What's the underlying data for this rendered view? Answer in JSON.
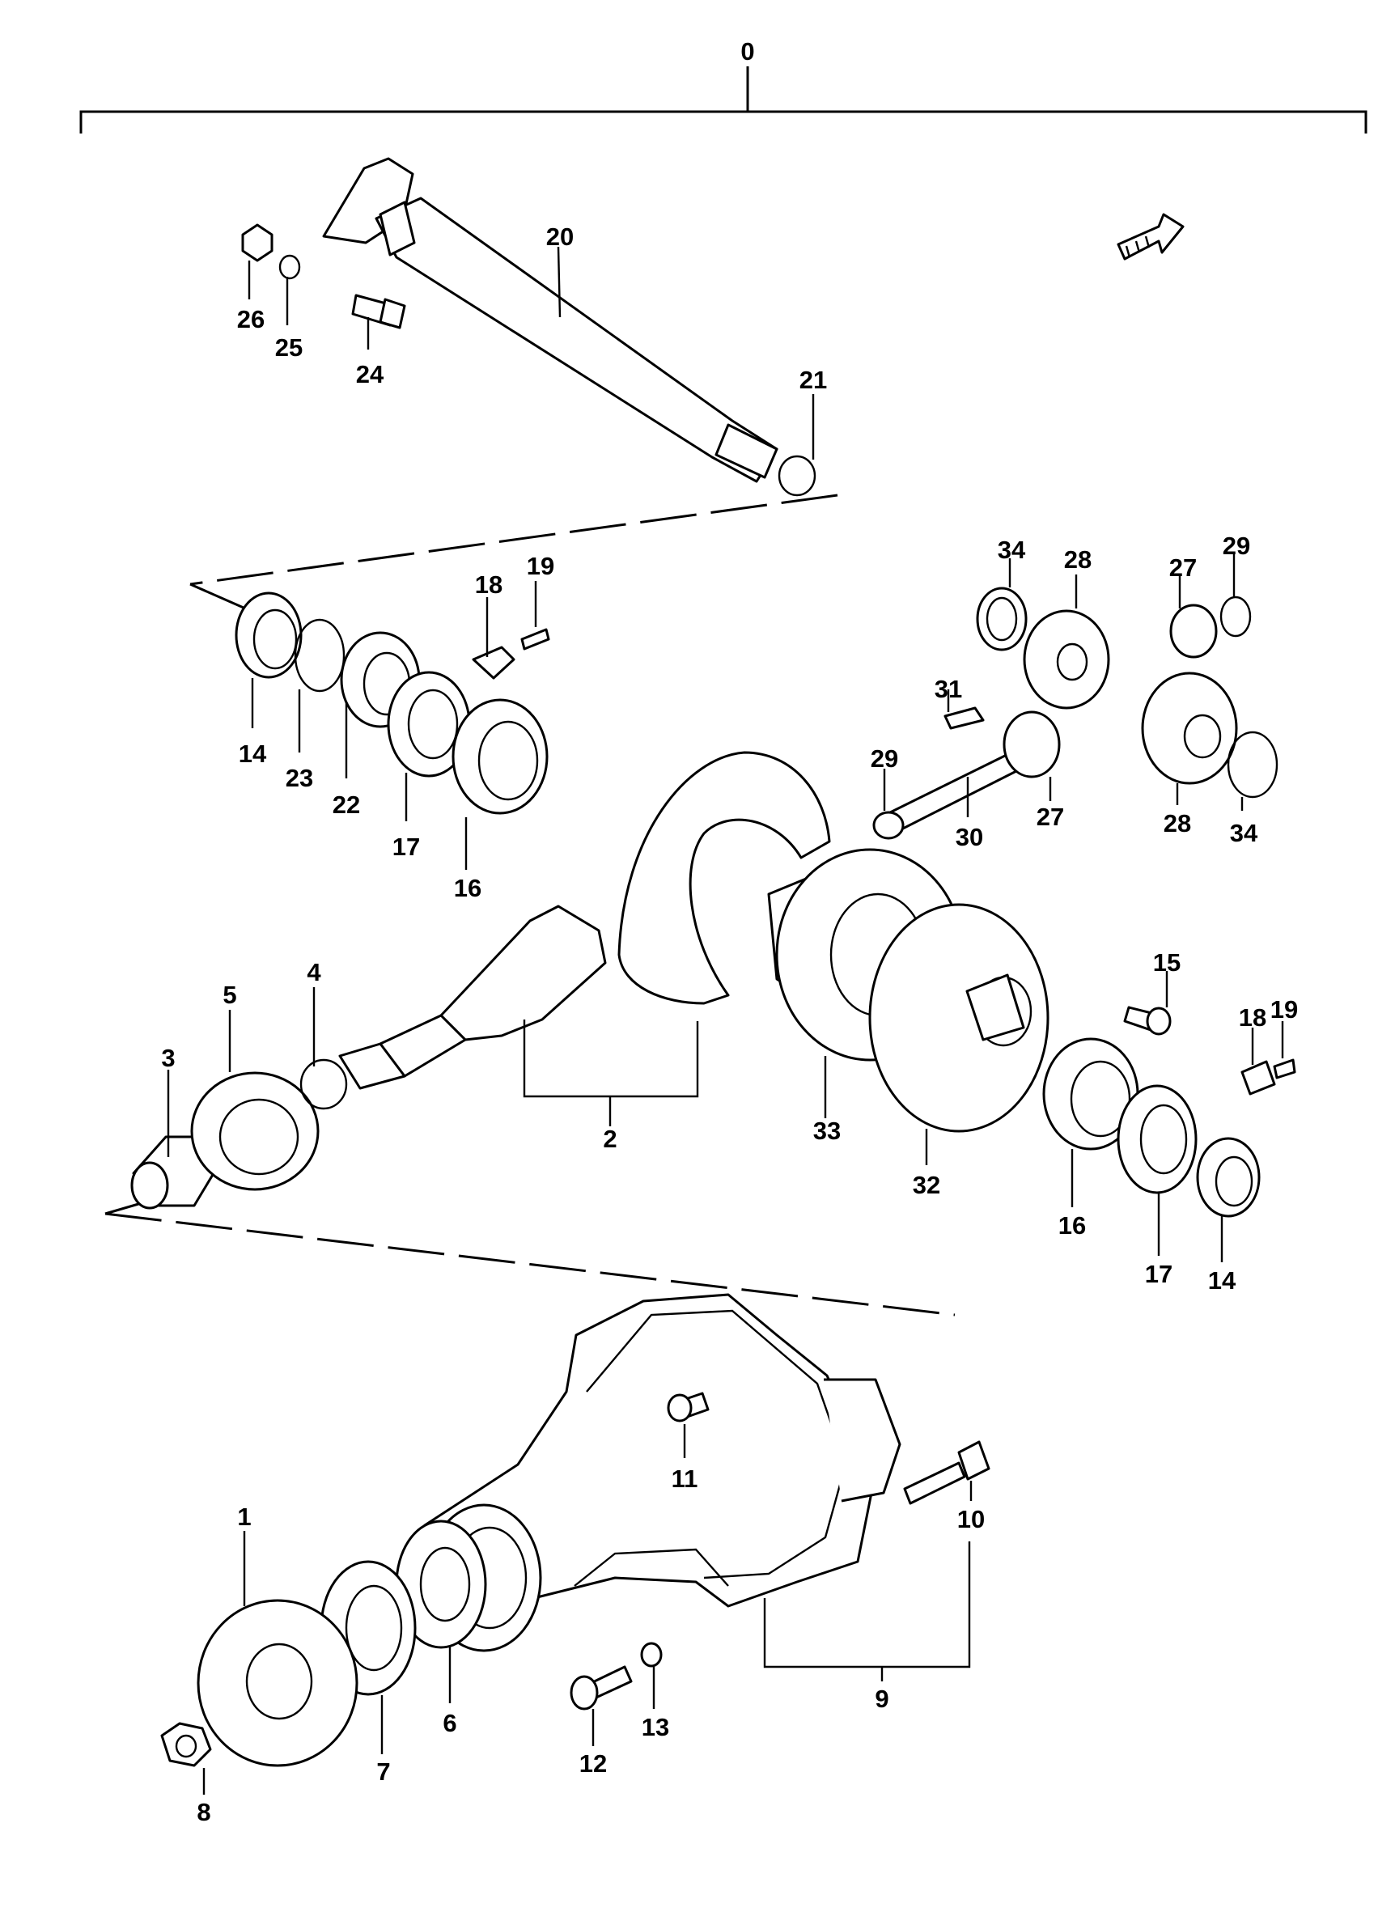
{
  "labels": {
    "l0": "0",
    "l1": "1",
    "l2": "2",
    "l3": "3",
    "l4": "4",
    "l5": "5",
    "l6": "6",
    "l7": "7",
    "l8": "8",
    "l9": "9",
    "l10": "10",
    "l11": "11",
    "l12": "12",
    "l13": "13",
    "l14a": "14",
    "l14b": "14",
    "l15": "15",
    "l16a": "16",
    "l16b": "16",
    "l17a": "17",
    "l17b": "17",
    "l18a": "18",
    "l18b": "18",
    "l19a": "19",
    "l19b": "19",
    "l20": "20",
    "l21": "21",
    "l22": "22",
    "l23": "23",
    "l24": "24",
    "l25": "25",
    "l26": "26",
    "l27a": "27",
    "l27b": "27",
    "l28a": "28",
    "l28b": "28",
    "l29a": "29",
    "l29b": "29",
    "l30": "30",
    "l31": "31",
    "l32": "32",
    "l33": "33",
    "l34a": "34",
    "l34b": "34"
  },
  "icons": {
    "front_arrow": "front-direction-arrow-icon"
  }
}
